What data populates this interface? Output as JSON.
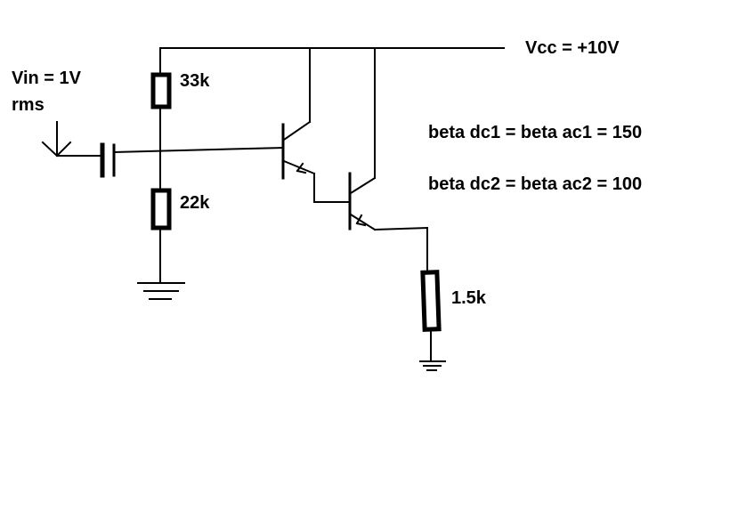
{
  "labels": {
    "vcc": "Vcc = +10V",
    "vin_line1": "Vin = 1V",
    "vin_line2": "rms",
    "r1": "33k",
    "r2": "22k",
    "r3": "1.5k",
    "beta1": "beta dc1 = beta ac1 = 150",
    "beta2": "beta dc2 = beta ac2 = 100"
  },
  "colors": {
    "ink": "#000000",
    "background": "#ffffff"
  }
}
